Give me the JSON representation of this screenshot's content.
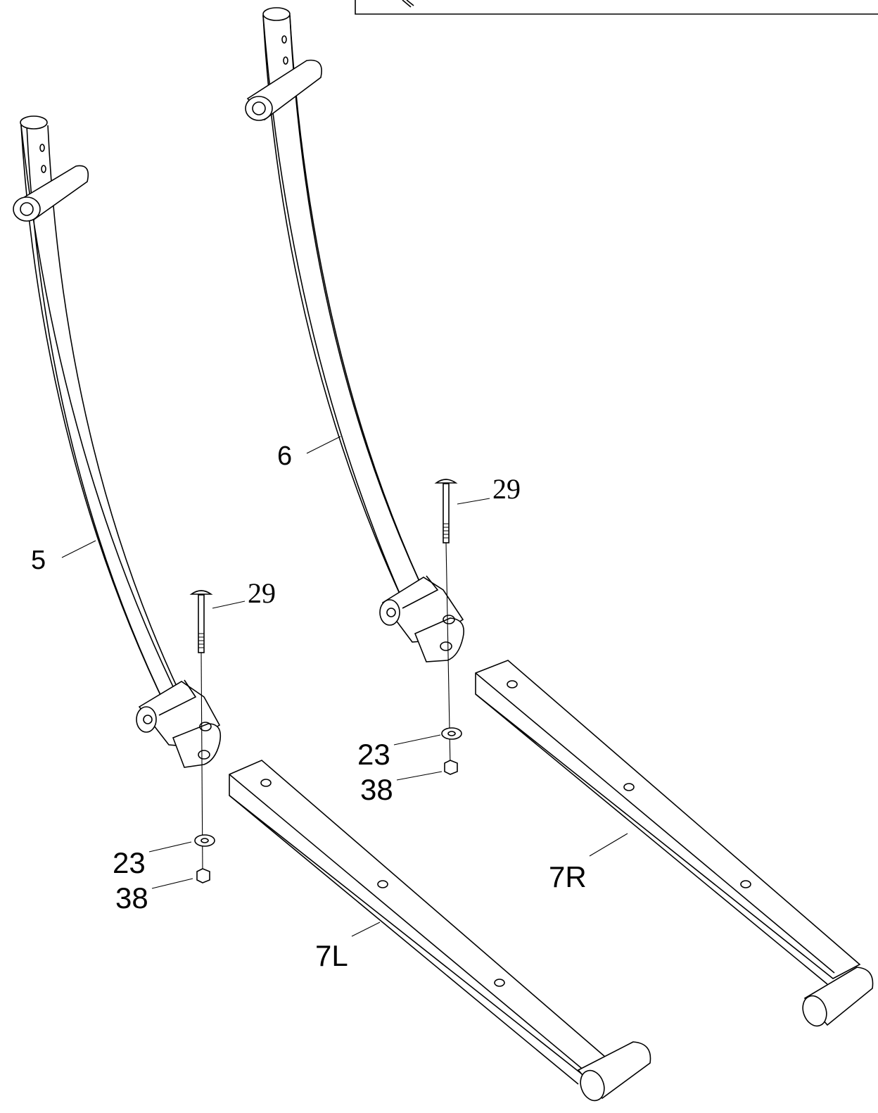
{
  "diagram": {
    "callouts": {
      "tube_left": "5",
      "tube_right": "6",
      "bolt_left": "29",
      "bolt_right": "29",
      "washer_left": "23",
      "washer_right": "23",
      "nut_left": "38",
      "nut_right": "38",
      "rail_left": "7L",
      "rail_right": "7R"
    }
  }
}
